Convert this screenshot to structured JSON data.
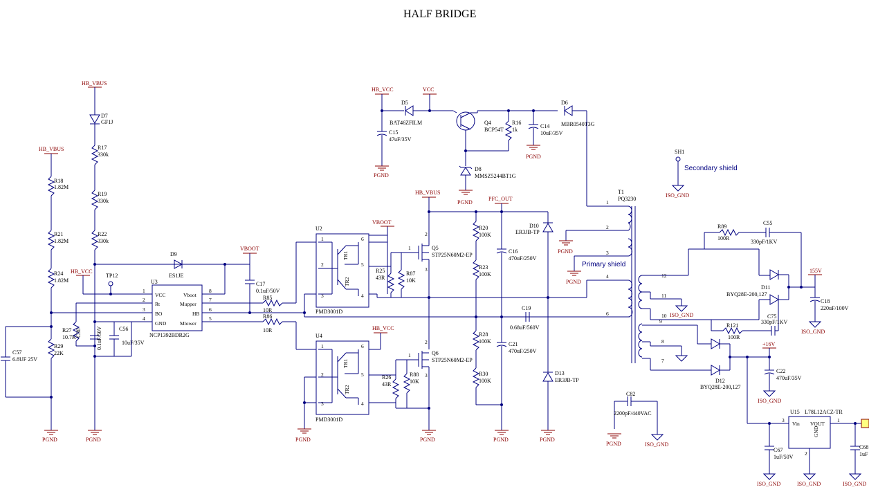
{
  "title": "HALF BRIDGE",
  "nets": {
    "hb_vbus": "HB_VBUS",
    "hb_vcc": "HB_VCC",
    "vcc": "VCC",
    "vboot": "VBOOT",
    "pfc_out": "PFC_OUT",
    "pgnd": "PGND",
    "iso_gnd": "ISO_GND",
    "v155": "155V",
    "v16": "+16V"
  },
  "notes": {
    "secondary_shield": "Secondary shield",
    "primary_shield": "Primary shield"
  },
  "parts": {
    "D7": {
      "ref": "D7",
      "val": "GF1J"
    },
    "R17": {
      "ref": "R17",
      "val": "330k"
    },
    "R19": {
      "ref": "R19",
      "val": "330k"
    },
    "R22": {
      "ref": "R22",
      "val": "330k"
    },
    "R18": {
      "ref": "R18",
      "val": "1.82M"
    },
    "R21": {
      "ref": "R21",
      "val": "1.82M"
    },
    "R24": {
      "ref": "R24",
      "val": "1.82M"
    },
    "R29": {
      "ref": "R29",
      "val": "22K"
    },
    "C57": {
      "ref": "C57",
      "val": "6.8UF 25V"
    },
    "R27": {
      "ref": "R27",
      "val": "10.7K"
    },
    "C30": {
      "ref": "C30",
      "val": "0.1uF/50V"
    },
    "C56": {
      "ref": "C56",
      "val": "10uF/35V"
    },
    "TP12": {
      "ref": "TP12"
    },
    "U3": {
      "ref": "U3",
      "val": "NCP1392BDR2G",
      "pins_left": [
        "VCC",
        "Rt",
        "BO",
        "GND"
      ],
      "pins_right": [
        "Vboot",
        "Mupper",
        "HB",
        "Mlower"
      ],
      "nums_left": [
        "1",
        "2",
        "3",
        "4"
      ],
      "nums_right": [
        "8",
        "7",
        "6",
        "5"
      ]
    },
    "D9": {
      "ref": "D9",
      "val": "ES1JE"
    },
    "C17": {
      "ref": "C17",
      "val": "0.1uF/50V"
    },
    "R85": {
      "ref": "R85",
      "val": "10R"
    },
    "R86": {
      "ref": "R86",
      "val": "10R"
    },
    "U2": {
      "ref": "U2",
      "val": "PMD3001D"
    },
    "U4": {
      "ref": "U4",
      "val": "PMD3001D"
    },
    "R25": {
      "ref": "R25",
      "val": "43R"
    },
    "R87": {
      "ref": "R87",
      "val": "10K"
    },
    "R26": {
      "ref": "R26",
      "val": "43R"
    },
    "R88": {
      "ref": "R88",
      "val": "10K"
    },
    "Q5": {
      "ref": "Q5",
      "val": "STP25N60M2-EP"
    },
    "Q6": {
      "ref": "Q6",
      "val": "STP25N60M2-EP"
    },
    "D5": {
      "ref": "D5",
      "val": "BAT46ZFILM"
    },
    "C15": {
      "ref": "C15",
      "val": "47uF/35V"
    },
    "Q4": {
      "ref": "Q4",
      "val": "BCP54T"
    },
    "R16": {
      "ref": "R16",
      "val": "1k"
    },
    "C14": {
      "ref": "C14",
      "val": "10uF/35V"
    },
    "D6": {
      "ref": "D6",
      "val": "MBR0540T3G"
    },
    "D8": {
      "ref": "D8",
      "val": "MMSZ5244BT1G"
    },
    "R20": {
      "ref": "R20",
      "val": "100K"
    },
    "R23": {
      "ref": "R23",
      "val": "100K"
    },
    "R28": {
      "ref": "R28",
      "val": "100K"
    },
    "R30": {
      "ref": "R30",
      "val": "100K"
    },
    "C16": {
      "ref": "C16",
      "val": "470uF/250V"
    },
    "C21": {
      "ref": "C21",
      "val": "470uF/250V"
    },
    "C19": {
      "ref": "C19",
      "val": "0.68uF/560V"
    },
    "D10": {
      "ref": "D10",
      "val": "ER3JB-TP"
    },
    "D13": {
      "ref": "D13",
      "val": "ER3JB-TP"
    },
    "SH1": {
      "ref": "SH1"
    },
    "T1": {
      "ref": "T1",
      "val": "PQ3230"
    },
    "R89": {
      "ref": "R89",
      "val": "100R"
    },
    "C55": {
      "ref": "C55",
      "val": "330pF/1KV"
    },
    "D11": {
      "ref": "D11",
      "val": "BYQ28E-200,127"
    },
    "C18": {
      "ref": "C18",
      "val": "220uF/100V"
    },
    "R121": {
      "ref": "R121",
      "val": "100R"
    },
    "C75": {
      "ref": "C75",
      "val": "330pF/1KV"
    },
    "D12": {
      "ref": "D12",
      "val": "BYQ28E-200,127"
    },
    "C22": {
      "ref": "C22",
      "val": "470uF/35V"
    },
    "C82": {
      "ref": "C82",
      "val": "2200pF/440VAC"
    },
    "U15": {
      "ref": "U15",
      "val": "L78L12ACZ-TR",
      "pin_vin": "Vin",
      "pin_vout": "VOUT",
      "pin_gnd": "GND"
    },
    "C67": {
      "ref": "C67",
      "val": "1uF/50V"
    },
    "C68": {
      "ref": "C68",
      "val": "1uF"
    }
  },
  "transistor_labels": {
    "tr1": "TR1",
    "tr2": "TR2"
  },
  "pin_numbers": {
    "u2": [
      "1",
      "6",
      "2",
      "5",
      "3",
      "4"
    ],
    "t1": [
      "1",
      "2",
      "3",
      "4",
      "6",
      "12",
      "11",
      "10",
      "9",
      "8",
      "7"
    ],
    "q": [
      "1",
      "2",
      "3"
    ]
  },
  "colors": {
    "wire": "#000080",
    "net": "#8b0000"
  }
}
